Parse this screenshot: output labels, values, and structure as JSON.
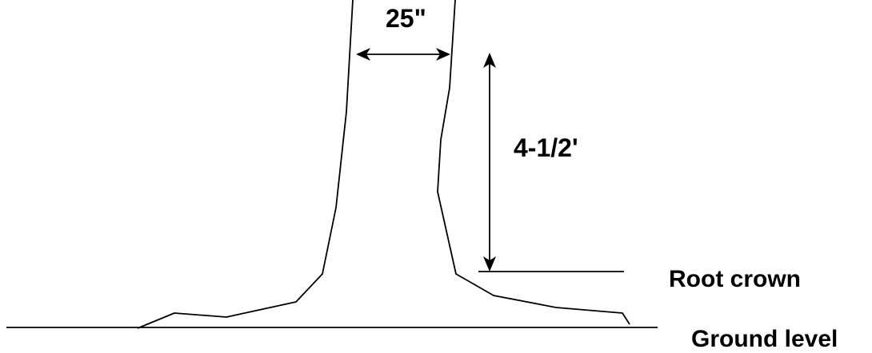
{
  "diagram": {
    "labels": {
      "diameter": "25\"",
      "height": "4-1/2'",
      "root_crown": "Root crown",
      "ground_level": "Ground level"
    },
    "colors": {
      "line": "#000000",
      "background": "#ffffff"
    }
  }
}
